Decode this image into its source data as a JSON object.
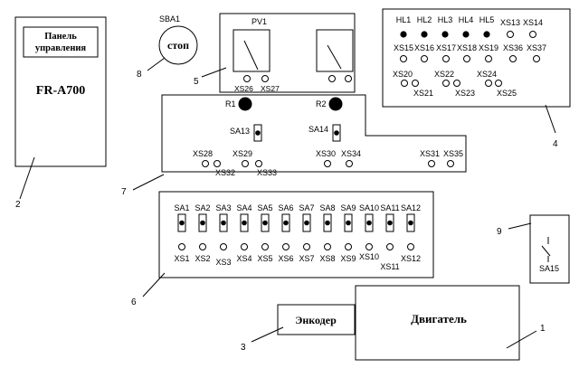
{
  "control_panel": {
    "header": "Панель управления",
    "model": "FR-A700",
    "callout": "2"
  },
  "stop_button": {
    "tag": "SBA1",
    "text": "стоп",
    "callout": "8"
  },
  "meter_panel": {
    "tag": "PV1",
    "sockets": [
      "XS26",
      "XS27"
    ],
    "callout": "5"
  },
  "lamp_panel": {
    "lamps": [
      "HL1",
      "HL2",
      "HL3",
      "HL4",
      "HL5"
    ],
    "top_sockets": [
      "XS13",
      "XS14"
    ],
    "row2": [
      "XS15",
      "XS16",
      "XS17",
      "XS18",
      "XS19",
      "XS36",
      "XS37"
    ],
    "row3a": [
      "XS20",
      "XS22",
      "XS24"
    ],
    "row3b": [
      "XS21",
      "XS23",
      "XS25"
    ],
    "callout": "4"
  },
  "resistor_panel": {
    "resistors": [
      "R1",
      "R2"
    ],
    "switches": [
      "SA13",
      "SA14"
    ],
    "row1": [
      "XS28",
      "XS29",
      "XS30",
      "XS34",
      "XS31",
      "XS35"
    ],
    "row2": [
      "XS32",
      "XS33"
    ],
    "callout": "7"
  },
  "switch_panel": {
    "switches": [
      "SA1",
      "SA2",
      "SA3",
      "SA4",
      "SA5",
      "SA6",
      "SA7",
      "SA8",
      "SA9",
      "SA10",
      "SA11",
      "SA12"
    ],
    "sockets": [
      "XS1",
      "XS2",
      "XS3",
      "XS4",
      "XS5",
      "XS6",
      "XS7",
      "XS8",
      "XS9",
      "XS10",
      "XS11",
      "XS12"
    ],
    "callout": "6"
  },
  "sa15": {
    "tag": "SA15",
    "callout": "9"
  },
  "encoder": {
    "text": "Энкодер",
    "callout": "3"
  },
  "motor": {
    "text": "Двигатель",
    "callout": "1"
  }
}
